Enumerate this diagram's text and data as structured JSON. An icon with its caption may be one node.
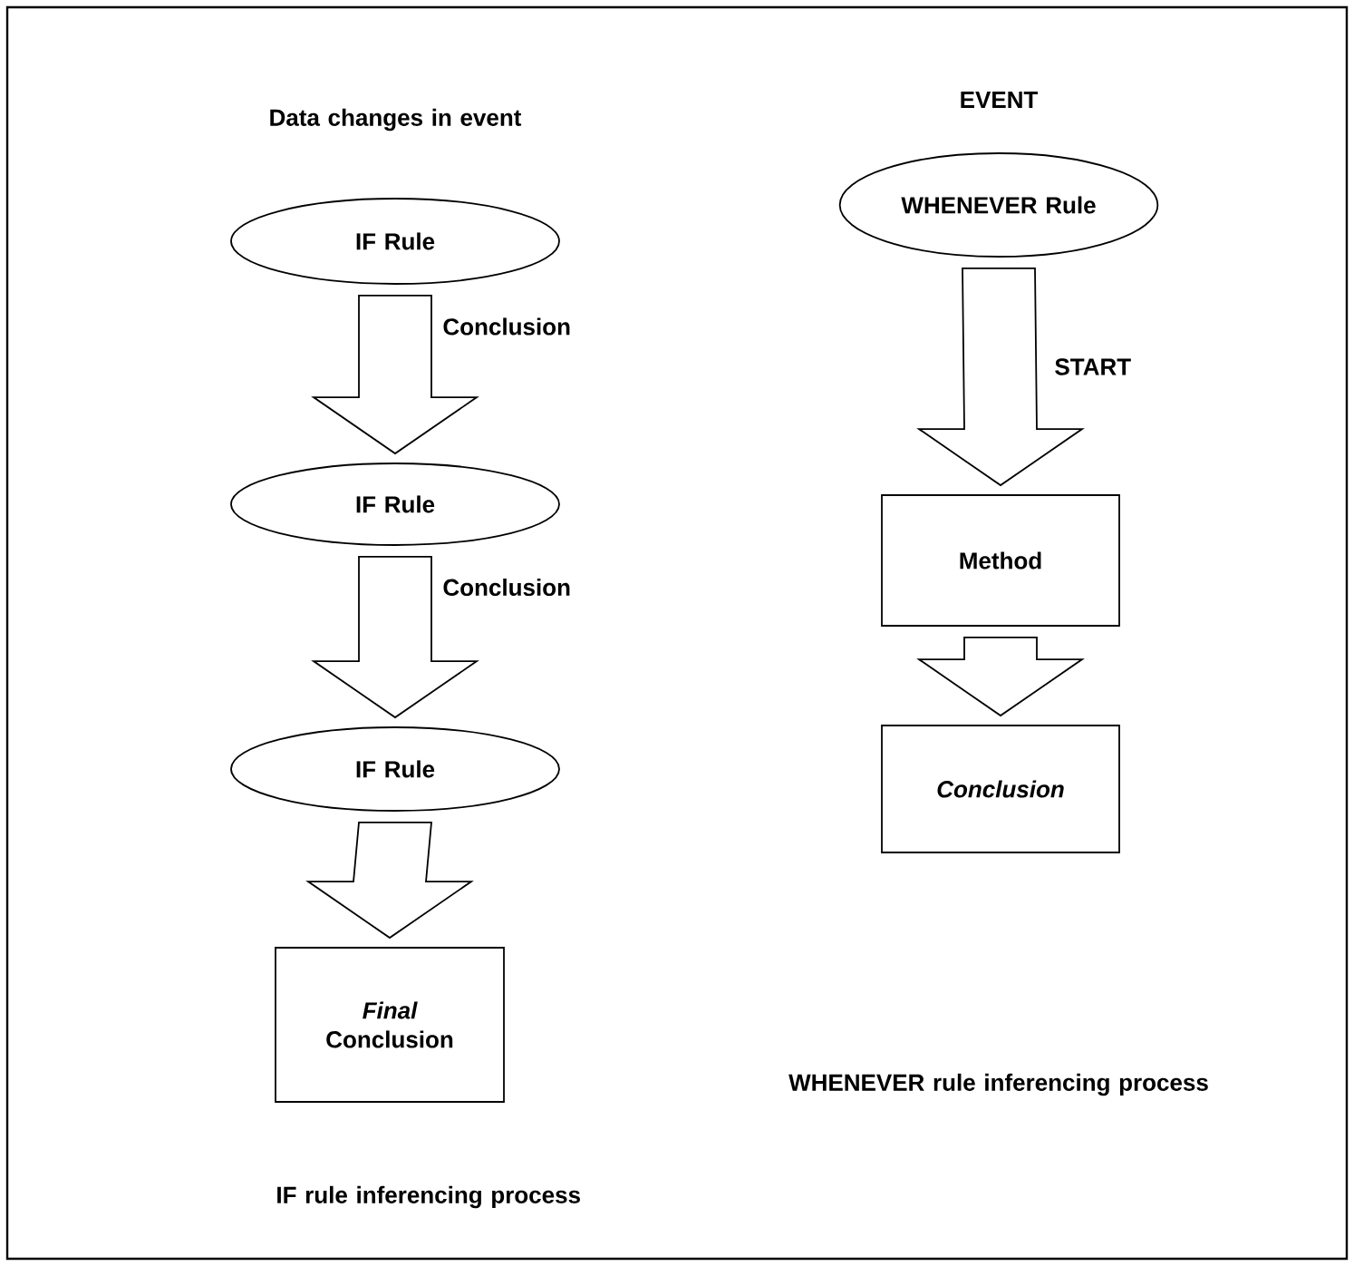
{
  "diagram": {
    "nodes": [
      {
        "text": [
          "IF Rule"
        ]
      },
      {
        "text": [
          "IF Rule"
        ]
      },
      {
        "text": [
          "IF Rule"
        ]
      },
      {
        "text": [
          "*Final* Conclusion"
        ]
      },
      {
        "text": [
          "WHENEVER Rule"
        ]
      },
      {
        "text": [
          "Method"
        ]
      },
      {
        "text": [
          "Conclusion"
        ]
      }
    ],
    "edges": [
      {
        "from": 0,
        "to": 1,
        "arrow": "to",
        "label": "Conclusion"
      },
      {
        "from": 1,
        "to": 2,
        "arrow": "to",
        "label": "Conclusion"
      },
      {
        "from": 2,
        "to": 3,
        "arrow": "to"
      },
      {
        "from": 4,
        "to": 5,
        "arrow": "to",
        "label": "START"
      },
      {
        "from": 5,
        "to": 6,
        "arrow": "to"
      }
    ],
    "labels": [
      "Data changes in event",
      "EVENT",
      "WHENEVER rule inferencing process",
      "IF rule inferencing process"
    ]
  }
}
